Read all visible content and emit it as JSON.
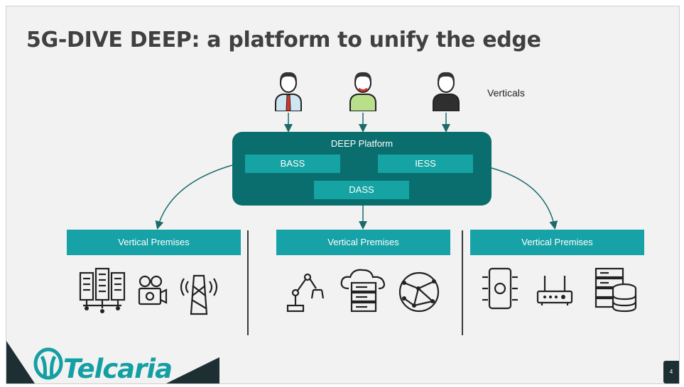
{
  "slide": {
    "title": "5G-DIVE DEEP: a platform to unify the edge",
    "verticals_label": "Verticals",
    "page_number": "4"
  },
  "platform": {
    "title": "DEEP Platform",
    "components": [
      "BASS",
      "IESS",
      "DASS"
    ]
  },
  "premises": [
    {
      "label": "Vertical Premises",
      "icons": [
        "server-rack-icon",
        "video-camera-icon",
        "cell-tower-icon"
      ]
    },
    {
      "label": "Vertical Premises",
      "icons": [
        "robot-arm-icon",
        "cloud-server-icon",
        "globe-network-icon"
      ]
    },
    {
      "label": "Vertical Premises",
      "icons": [
        "mobile-device-icon",
        "router-icon",
        "database-server-icon"
      ]
    }
  ],
  "users": [
    "user-icon-tie",
    "user-icon-headset",
    "user-icon-dark"
  ],
  "logo": {
    "text": "Telcaria"
  },
  "colors": {
    "platform": "#0b6e6e",
    "component": "#15a3a3",
    "premises": "#16a2a6",
    "logo": "#139fa3",
    "arrow": "#1b6b6b"
  }
}
